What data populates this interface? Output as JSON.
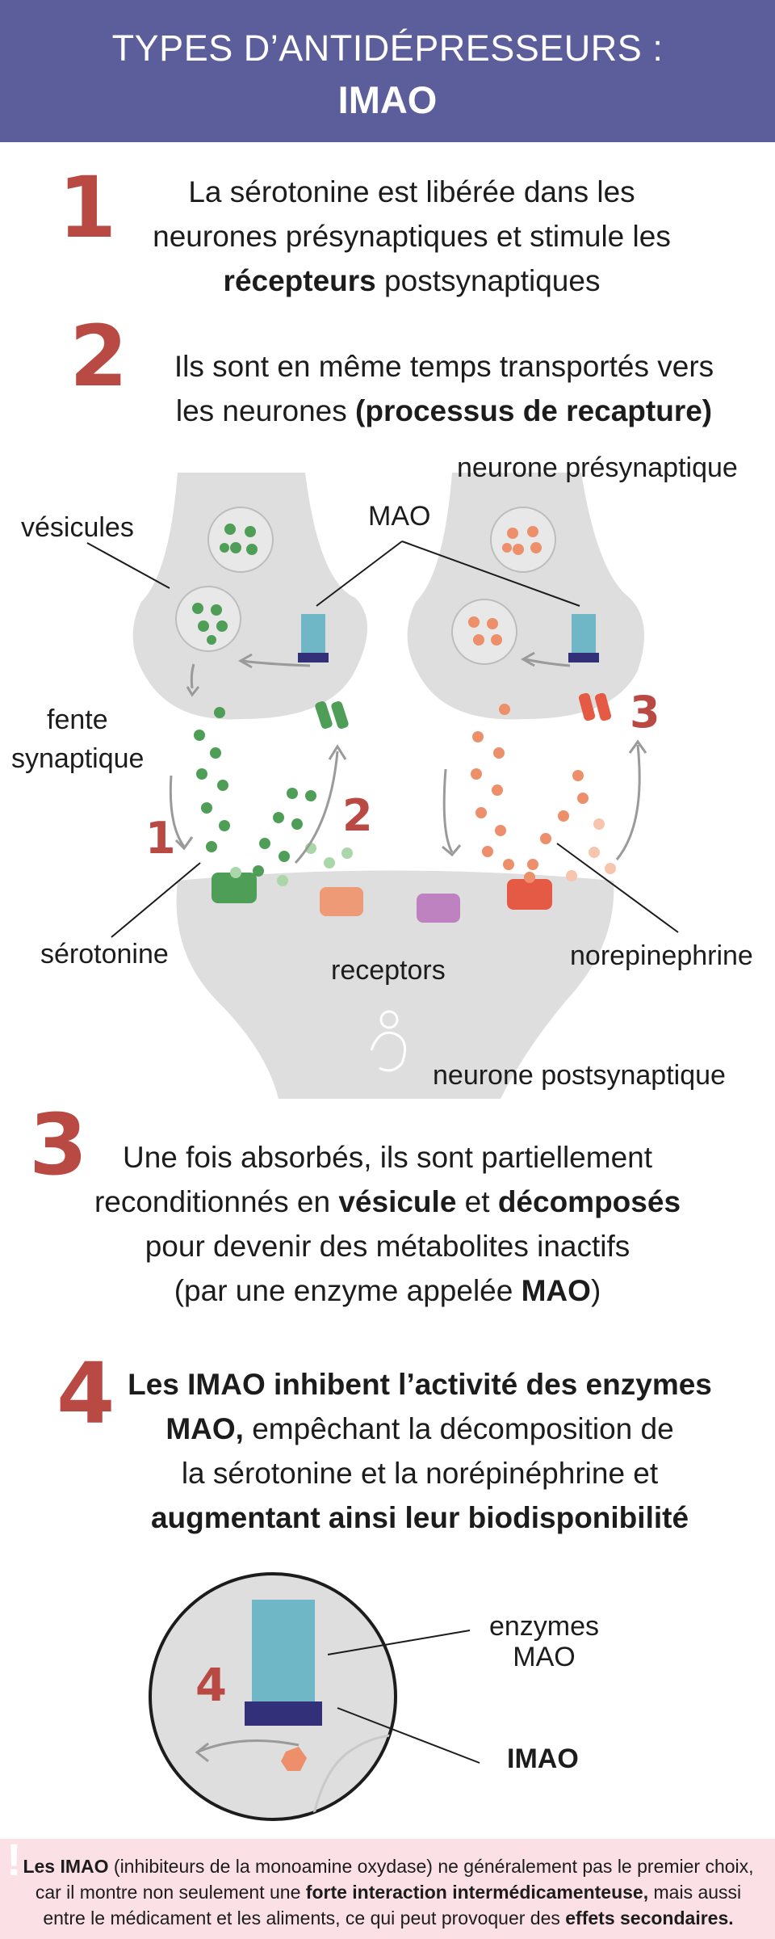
{
  "header": {
    "title_line1": "TYPES D’ANTIDÉPRESSEURS :",
    "title_line2": "IMAO"
  },
  "steps": [
    {
      "number": "1",
      "line1": "La sérotonine est libérée dans les",
      "line2": "neurones présynaptiques et stimule les",
      "line3_bold": "récepteurs",
      "line3_rest": " postsynaptiques"
    },
    {
      "number": "2",
      "line1": "Ils sont en même temps transportés vers",
      "line2_start": "les neurones ",
      "line2_bold": "(processus de recapture)"
    },
    {
      "number": "3",
      "line1": "Une fois absorbés, ils sont partiellement",
      "line2_start": "reconditionnés en ",
      "line2_bold1": "vésicule",
      "line2_mid": " et ",
      "line2_bold2": "décomposés",
      "line3": "pour devenir des métabolites inactifs",
      "line4_start": "(par une enzyme appelée ",
      "line4_bold": "MAO",
      "line4_end": ")"
    },
    {
      "number": "4",
      "line1_bold": "Les IMAO inhibent l’activité des enzymes",
      "line2_bold": "MAO,",
      "line2_rest": " empêchant la décomposition de",
      "line3": "la sérotonine et la norépinéphrine et",
      "line4_bold": "augmentant ainsi leur biodisponibilité"
    }
  ],
  "diagram": {
    "labels": {
      "presynaptic": "neurone présynaptique",
      "vesicles": "vésicules",
      "mao": "MAO",
      "cleft_line1": "fente",
      "cleft_line2": "synaptique",
      "serotonin": "sérotonine",
      "receptors": "receptors",
      "norepinephrine": "norepinephrine",
      "postsynaptic": "neurone postsynaptique",
      "marker1": "1",
      "marker2": "2",
      "marker3": "3"
    },
    "colors": {
      "neuron": "#dedede",
      "serotonin": "#4f9e57",
      "norepinephrine": "#ec8f6a",
      "mao": "#6fb6c6",
      "imao": "#33307a",
      "receptor_purple": "#bf82c0",
      "accent_red": "#b94a43"
    }
  },
  "zoom": {
    "enzymes_line1": "enzymes",
    "enzymes_line2": "MAO",
    "imao": "IMAO",
    "marker": "4"
  },
  "footer": {
    "bang": "!",
    "b1": "Les IMAO",
    "t1": " (inhibiteurs de la monoamine oxydase) ne généralement pas le premier choix, car il montre non seulement une ",
    "b2": "forte interaction intermédicamenteuse,",
    "t2": " mais aussi entre le médicament et les aliments, ce qui peut provoquer des ",
    "b3": "effets secondaires."
  }
}
